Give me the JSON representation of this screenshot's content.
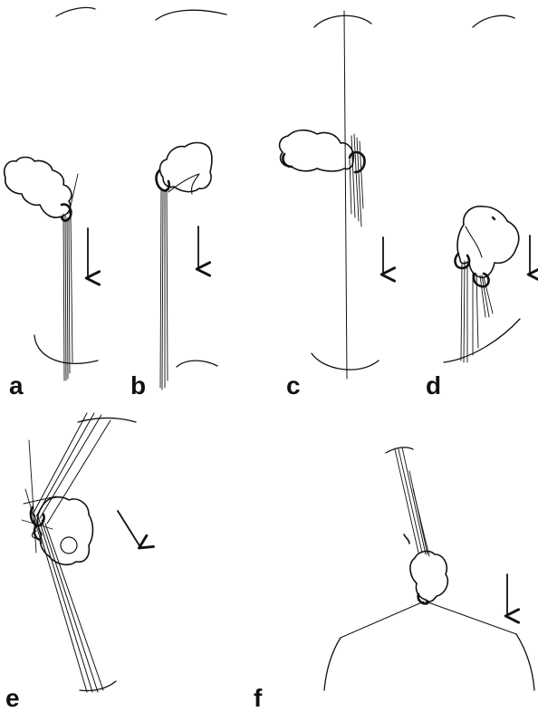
{
  "panels": [
    {
      "id": "a",
      "label": "a"
    },
    {
      "id": "b",
      "label": "b"
    },
    {
      "id": "c",
      "label": "c"
    },
    {
      "id": "d",
      "label": "d"
    },
    {
      "id": "e",
      "label": "e"
    },
    {
      "id": "f",
      "label": "f"
    }
  ],
  "icons": {
    "direction": "arrow-icon",
    "cell": "cell-outline-icon",
    "strands": "strand-lines-icon"
  },
  "colors": {
    "ink": "#111111",
    "background": "#ffffff"
  }
}
